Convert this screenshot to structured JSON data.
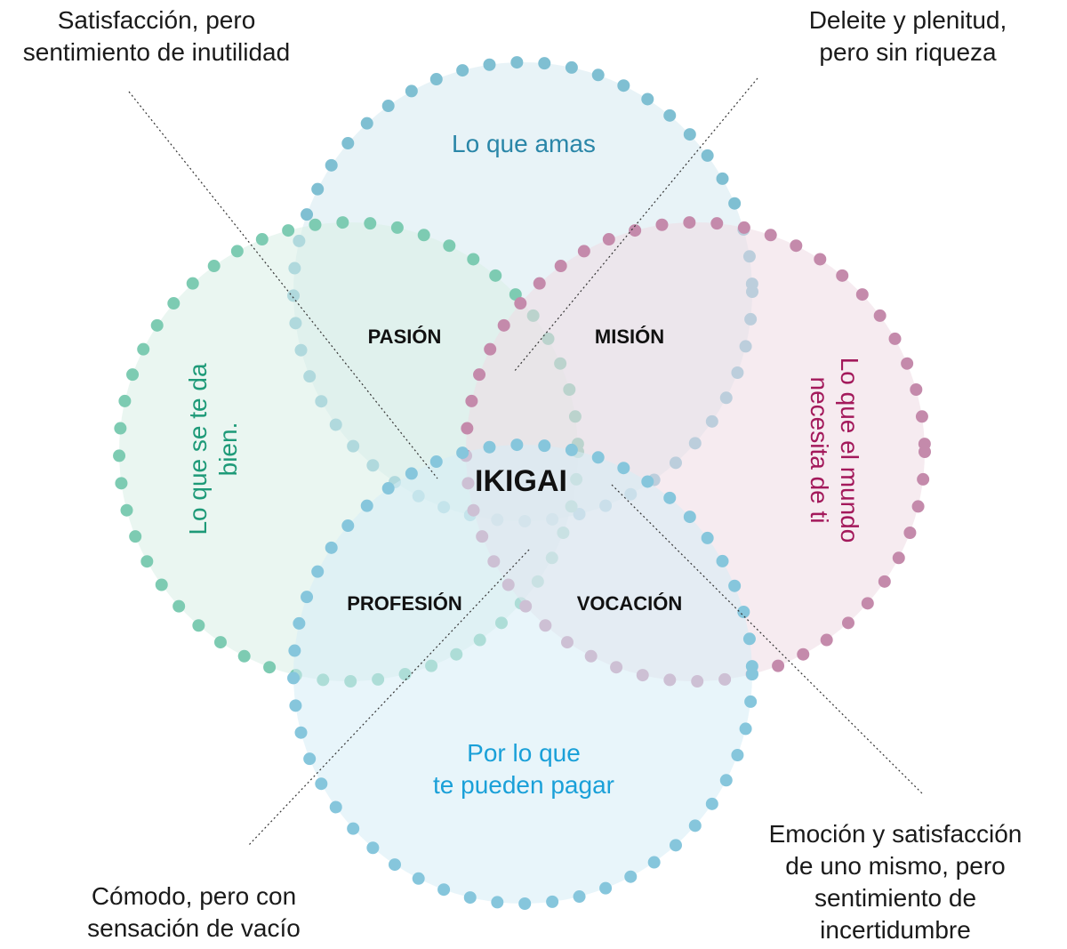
{
  "title": "IKIGAI",
  "circles": {
    "love": {
      "label": "Lo que amas",
      "text_color": "#2a86a8",
      "dot_color": "#7fbfd2",
      "fill": "#d6eaf0"
    },
    "good_at": {
      "label_line1": "Lo que se te da",
      "label_line2": "bien.",
      "text_color": "#1e9a78",
      "dot_color": "#7dcbb2",
      "fill": "#d9efe6"
    },
    "world_needs": {
      "label_line1": "Lo que el mundo",
      "label_line2": "necesita de ti",
      "text_color": "#a3195b",
      "dot_color": "#c48aab",
      "fill": "#eedae3"
    },
    "paid_for": {
      "label_line1": "Por lo que",
      "label_line2": "te pueden pagar",
      "text_color": "#1aa0d8",
      "dot_color": "#86c6dc",
      "fill": "#d6ecf5"
    }
  },
  "intersections": {
    "passion": "PASIÓN",
    "mission": "MISIÓN",
    "profession": "PROFESIÓN",
    "vocation": "VOCACIÓN"
  },
  "annotations": {
    "top_left": [
      "Satisfacción, pero",
      "sentimiento de inutilidad"
    ],
    "top_right": [
      "Deleite y plenitud,",
      "pero sin riqueza"
    ],
    "bottom_left": [
      "Cómodo, pero con",
      "sensación de vacío"
    ],
    "bottom_right": [
      "Emoción y satisfacción",
      "de uno mismo, pero",
      "sentimiento de",
      "incertidumbre"
    ]
  }
}
